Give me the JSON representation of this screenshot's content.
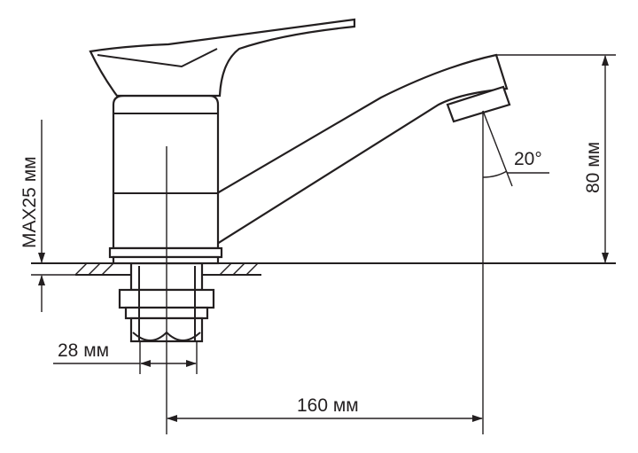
{
  "title": "Faucet dimension drawing",
  "labels": {
    "max_thickness": "MAX25 мм",
    "height": "80 мм",
    "angle": "20°",
    "thread_diameter": "28 мм",
    "reach": "160 мм"
  },
  "colors": {
    "line": "#231f20",
    "background": "#ffffff"
  }
}
